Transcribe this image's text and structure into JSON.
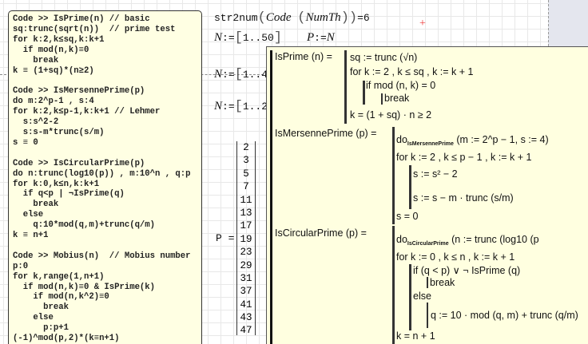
{
  "code_comment": {
    "lines": [
      "Code >> IsPrime(n) // basic",
      "sq:trunc(sqrt(n))  // prime test",
      "for k:2,k≤sq,k:k+1",
      "  if mod(n,k)≡0",
      "    break",
      "k ≡ (1+sq)*(n≥2)",
      "",
      "Code >> IsMersennePrime(p)",
      "do m:2^p-1 , s:4",
      "for k:2,k≤p-1,k:k+1 // Lehmer",
      "  s:s^2-2",
      "  s:s-m*trunc(s/m)",
      "s ≡ 0",
      "",
      "Code >> IsCircularPrime(p)",
      "do n:trunc(log10(p)) , m:10^n , q:p",
      "for k:0,k≤n,k:k+1",
      "  if q<p | ¬IsPrime(q)",
      "    break",
      "  else",
      "    q:10*mod(q,m)+trunc(q/m)",
      "k ≡ n+1",
      "",
      "Code >> Mobius(n)  // Mobius number",
      "p:0",
      "for k,range(1,n+1)",
      "  if mod(n,k)≡0 & IsPrime(k)",
      "    if mod(n,k^2)≡0",
      "      break",
      "    else",
      "      p:p+1",
      "(-1)^mod(p,2)*(k≡n+1)"
    ]
  },
  "worksheet": {
    "str2num": "str2num",
    "code": "Code",
    "numth": "NumTh",
    "result": "6",
    "N1": "1..50",
    "P_def_lhs": "P",
    "P_def_rhs": "N",
    "N2": "1..4",
    "N3": "1..2",
    "P_label": "P",
    "P_values": [
      "2",
      "3",
      "5",
      "7",
      "11",
      "13",
      "17",
      "19",
      "23",
      "29",
      "31",
      "37",
      "41",
      "43",
      "47"
    ]
  },
  "tooltip": {
    "isprime": {
      "head": "IsPrime (n) =",
      "l1": "sq := trunc (√n)",
      "l2": "for  k := 2 , k ≤ sq , k := k + 1",
      "l3": "if  mod (n, k) = 0",
      "l4": "break",
      "l5": "k = (1 + sq) · n ≥ 2"
    },
    "mersenne": {
      "head": "IsMersennePrime (p) =",
      "do": "do",
      "sub": "IsMersennePrime",
      "l1": "(m := 2^p − 1, s := 4)",
      "l2": "for  k := 2 , k ≤ p − 1 , k := k + 1",
      "l3": "s := s² − 2",
      "l4": "s := s − m · trunc (s/m)",
      "l5": "s = 0"
    },
    "circular": {
      "head": "IsCircularPrime (p) =",
      "do": "do",
      "sub": "IsCircularPrime",
      "l1": "(n := trunc (log10 (p",
      "l2": "for  k := 0 , k ≤ n , k := k + 1",
      "l3": "if  (q < p) ∨ ¬ IsPrime (q)",
      "l4": "break",
      "l5": "else",
      "l6": "q := 10 · mod (q, m) + trunc (q/m)",
      "l7": "k = n + 1"
    }
  }
}
